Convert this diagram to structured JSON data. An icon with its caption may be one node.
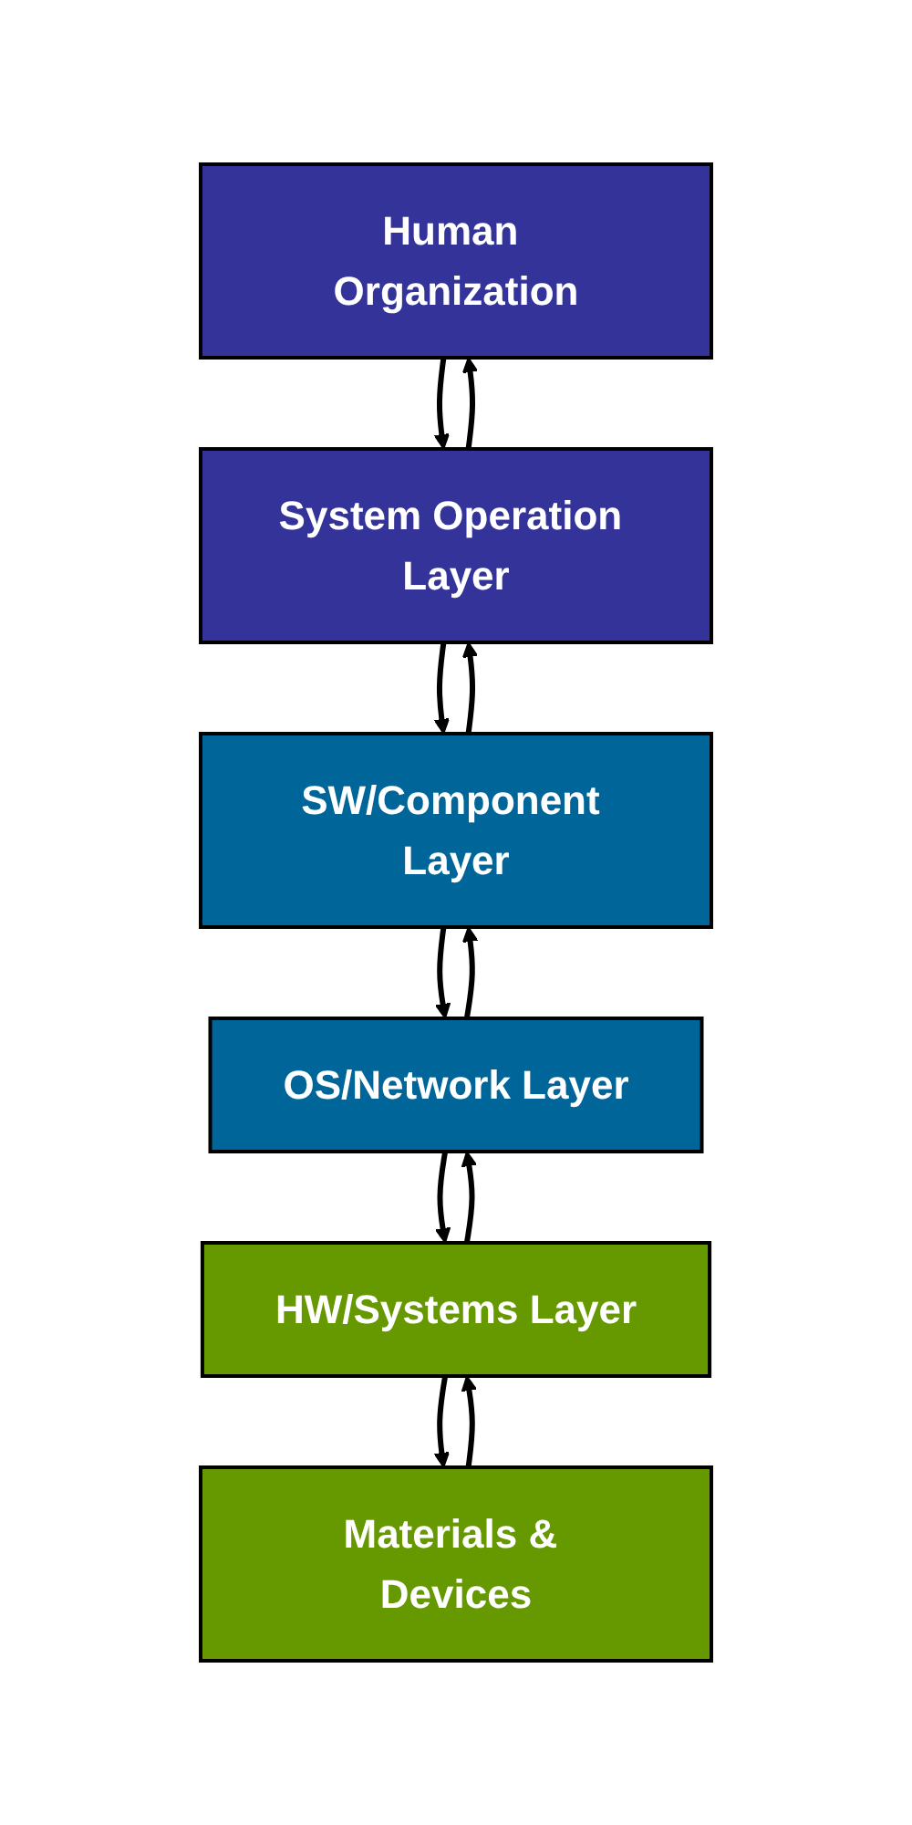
{
  "diagram": {
    "nodes": [
      {
        "text": [
          "Human Organization"
        ]
      },
      {
        "text": [
          "System Operation Layer"
        ]
      },
      {
        "text": [
          "SW/Component Layer"
        ]
      },
      {
        "text": [
          "OS/Network Layer"
        ]
      },
      {
        "text": [
          "HW/Systems Layer"
        ]
      },
      {
        "text": [
          "Materials & Devices"
        ]
      }
    ],
    "edges": [
      {
        "from": 1,
        "to": 0,
        "arrow": "to"
      },
      {
        "from": 0,
        "to": 1,
        "arrow": "to"
      },
      {
        "from": 2,
        "to": 1,
        "arrow": "to"
      },
      {
        "from": 1,
        "to": 2,
        "arrow": "to"
      },
      {
        "from": 3,
        "to": 2,
        "arrow": "to"
      },
      {
        "from": 2,
        "to": 3,
        "arrow": "to"
      },
      {
        "from": 4,
        "to": 3,
        "arrow": "to"
      },
      {
        "from": 3,
        "to": 4,
        "arrow": "to"
      },
      {
        "from": 5,
        "to": 4,
        "arrow": "to"
      },
      {
        "from": 4,
        "to": 5,
        "arrow": "to"
      }
    ]
  }
}
